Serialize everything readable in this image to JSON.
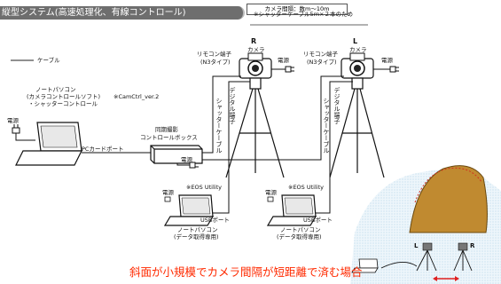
{
  "title": "縦型システム(高速処理化、有線コントロール)",
  "spacing_note": {
    "distance": "カメラ間隔：数m～10m",
    "cable": "※シャッターケーブル5m×２本のため"
  },
  "legend": {
    "cable": "ケーブル"
  },
  "cameras": {
    "left": {
      "letter": "R",
      "name": "カメラ",
      "remote": "リモコン端子",
      "remote_type": "(N3タイプ)",
      "power": "電源",
      "digital_terminal": "デジタル端子",
      "shutter_cable": "シャッターケーブル"
    },
    "right": {
      "letter": "L",
      "name": "カメラ",
      "remote": "リモコン端子",
      "remote_type": "(N3タイプ)",
      "power": "電源",
      "digital_terminal": "デジタル端子",
      "shutter_cable": "シャッターケーブル"
    }
  },
  "notebook_main": {
    "line1": "ノートパソコン",
    "line2": "(カメラコントロールソフト)",
    "line3": "・シャッターコントロール",
    "software": "※CamCtrl_ver.2",
    "power": "電源",
    "pc_card": "PCカードポート"
  },
  "sync_box": {
    "line1": "同期撮影",
    "line2": "コントロールボックス",
    "power": "電源"
  },
  "notebook_left": {
    "utility": "※EOS Utility",
    "power": "電源",
    "usb": "USBポート",
    "line1": "ノートパソコン",
    "line2": "(データ取得専用)"
  },
  "notebook_right": {
    "utility": "※EOS Utility",
    "power": "電源",
    "usb": "USBポート",
    "line1": "ノートパソコン",
    "line2": "(データ取得専用)"
  },
  "inset": {
    "left_cam": "L",
    "right_cam": "R"
  },
  "caption": "斜面が小規模でカメラ間隔が短距離で済む場合",
  "colors": {
    "title_bg": "#6e6e6e",
    "caption": "#ff2a00",
    "mound": "#c08a30",
    "arrow": "#e02020"
  }
}
